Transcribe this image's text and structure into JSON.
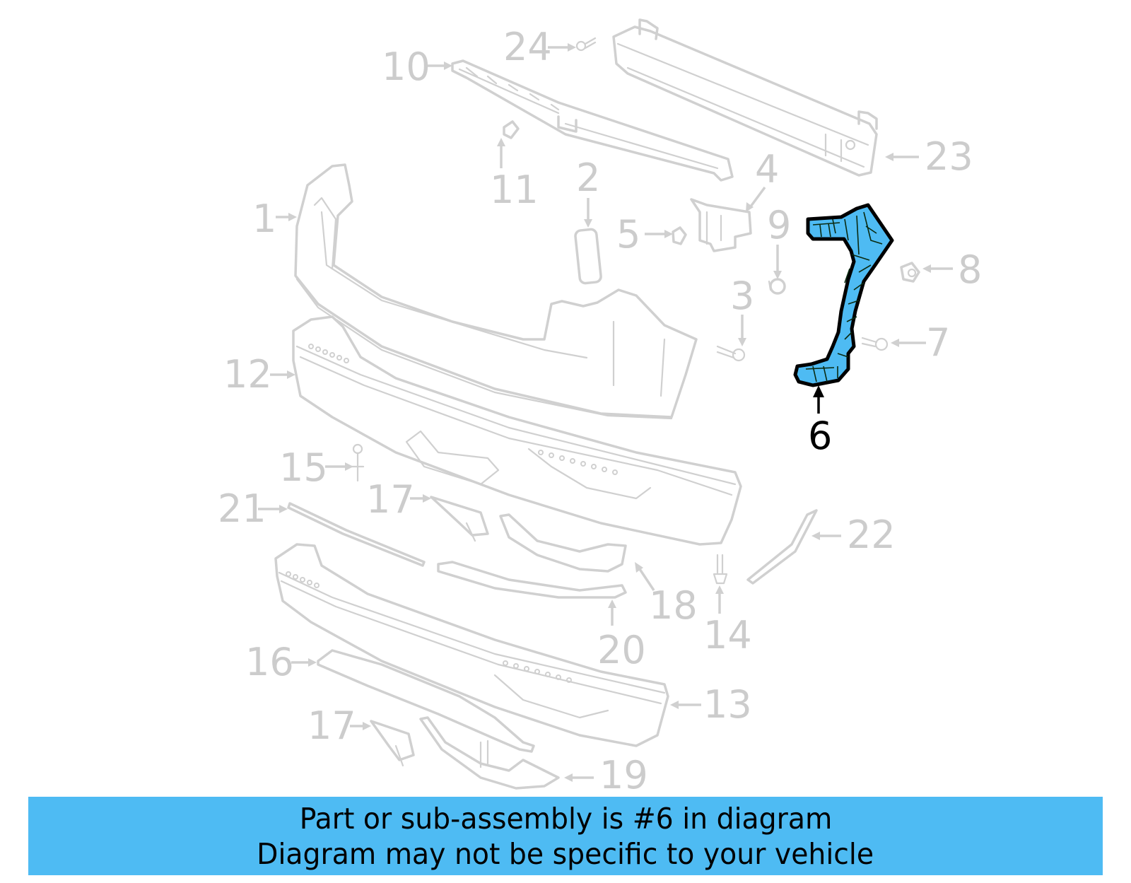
{
  "diagram": {
    "highlighted_part": "6",
    "colors": {
      "highlight_fill": "#4ebbf3",
      "highlight_outline": "#000000",
      "line_art": "#d0d0d0",
      "callout_inactive": "#cccccc",
      "callout_active": "#000000",
      "banner_bg": "#4ebbf3"
    },
    "callouts": [
      {
        "id": "c1",
        "label": "1",
        "part": "bumper-cover"
      },
      {
        "id": "c2",
        "label": "2",
        "part": "cap"
      },
      {
        "id": "c3",
        "label": "3",
        "part": "bolt"
      },
      {
        "id": "c4",
        "label": "4",
        "part": "bracket"
      },
      {
        "id": "c5",
        "label": "5",
        "part": "nut"
      },
      {
        "id": "c6",
        "label": "6",
        "part": "side-bracket"
      },
      {
        "id": "c7",
        "label": "7",
        "part": "screw"
      },
      {
        "id": "c8",
        "label": "8",
        "part": "nut"
      },
      {
        "id": "c9",
        "label": "9",
        "part": "grommet"
      },
      {
        "id": "c10",
        "label": "10",
        "part": "energy-absorber"
      },
      {
        "id": "c11",
        "label": "11",
        "part": "clip"
      },
      {
        "id": "c12",
        "label": "12",
        "part": "lower-cover"
      },
      {
        "id": "c13",
        "label": "13",
        "part": "lower-cover"
      },
      {
        "id": "c14",
        "label": "14",
        "part": "bolt"
      },
      {
        "id": "c15",
        "label": "15",
        "part": "push-pin"
      },
      {
        "id": "c16",
        "label": "16",
        "part": "skid-plate"
      },
      {
        "id": "c17a",
        "label": "17",
        "part": "reflector"
      },
      {
        "id": "c17b",
        "label": "17",
        "part": "reflector"
      },
      {
        "id": "c18",
        "label": "18",
        "part": "trim"
      },
      {
        "id": "c19",
        "label": "19",
        "part": "trim"
      },
      {
        "id": "c20",
        "label": "20",
        "part": "molding"
      },
      {
        "id": "c21",
        "label": "21",
        "part": "molding"
      },
      {
        "id": "c22",
        "label": "22",
        "part": "molding"
      },
      {
        "id": "c23",
        "label": "23",
        "part": "reinforcement-beam"
      },
      {
        "id": "c24",
        "label": "24",
        "part": "bolt"
      }
    ]
  },
  "banner": {
    "line1": "Part or sub-assembly is #6 in diagram",
    "line2": "Diagram may not be specific to your vehicle"
  }
}
